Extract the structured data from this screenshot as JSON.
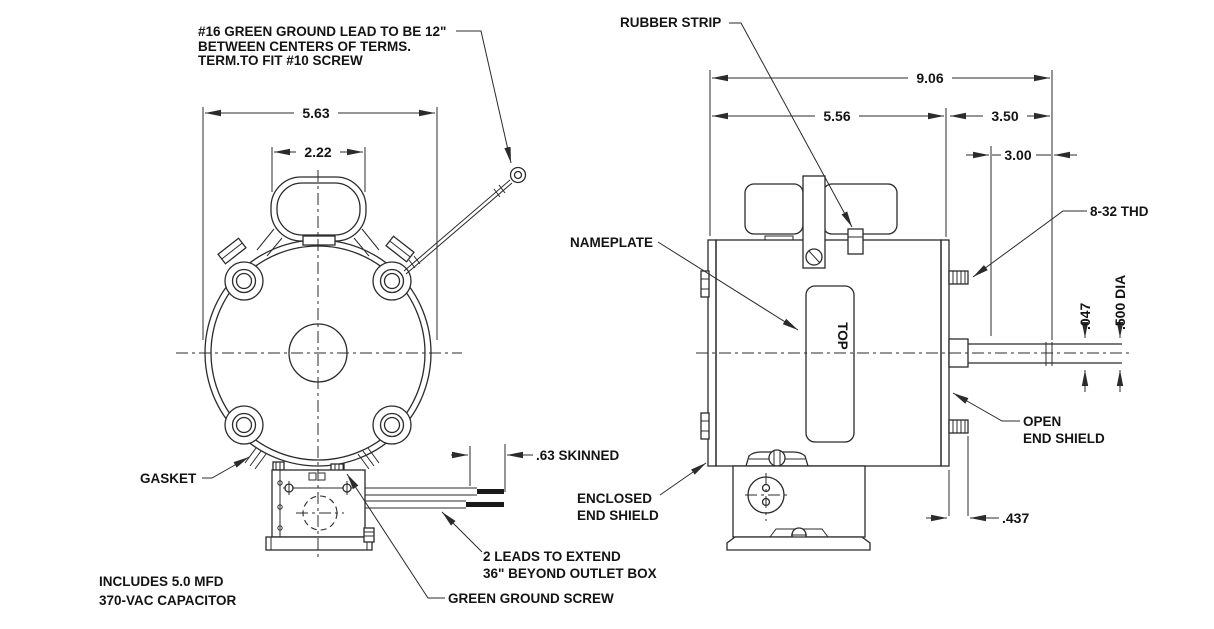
{
  "notes": {
    "ground_lead": [
      "#16 GREEN GROUND LEAD TO BE 12\"",
      "BETWEEN CENTERS OF TERMS.",
      "TERM.TO FIT #10 SCREW"
    ],
    "capacitor": [
      "INCLUDES 5.0 MFD",
      "370-VAC CAPACITOR"
    ]
  },
  "labels": {
    "rubber_strip": "RUBBER STRIP",
    "nameplate": "NAMEPLATE",
    "gasket": "GASKET",
    "top_marking": "TOP",
    "thread": "8-32 THD",
    "open_end_shield": [
      "OPEN",
      "END SHIELD"
    ],
    "enclosed_end_shield": [
      "ENCLOSED",
      "END SHIELD"
    ],
    "leads_note": [
      "2 LEADS TO EXTEND",
      "36\" BEYOND OUTLET BOX"
    ],
    "green_ground_screw": "GREEN GROUND SCREW"
  },
  "dimensions": {
    "front_overall_width": "5.63",
    "handle_width": "2.22",
    "overall_length": "9.06",
    "body_length": "5.56",
    "shaft_end_length": "3.50",
    "shaft_extension": "3.00",
    "hub_projection": ".437",
    "skinned_length": ".63 SKINNED",
    "slinger_gap": ".047",
    "shaft_diameter": ".500 DIA"
  },
  "colors": {
    "line": "#2b2b2b",
    "text": "#141414",
    "background": "#ffffff"
  }
}
